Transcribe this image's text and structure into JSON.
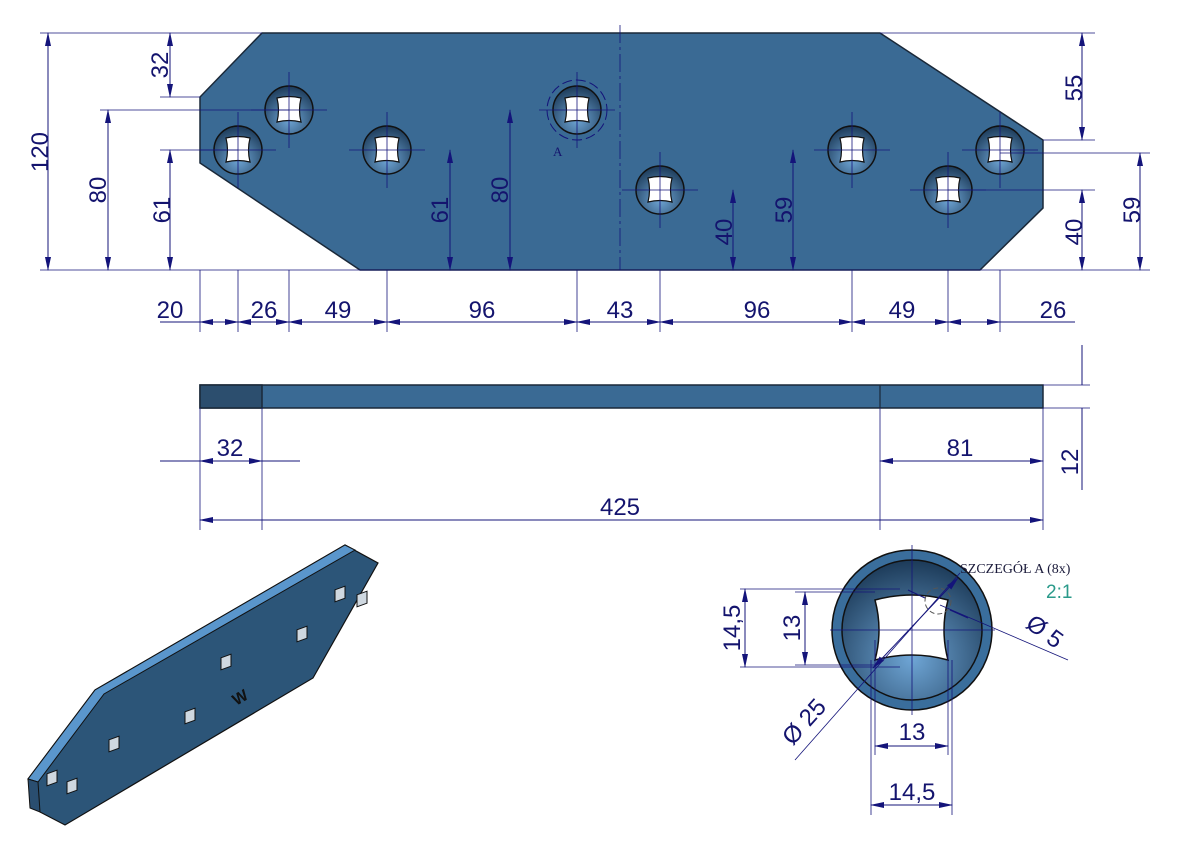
{
  "top_view": {
    "vertical_dims": [
      "120",
      "32",
      "80",
      "61",
      "61",
      "80",
      "40",
      "59",
      "55",
      "40",
      "59"
    ],
    "horizontal_dims": [
      "20",
      "26",
      "49",
      "96",
      "43",
      "96",
      "49",
      "26"
    ],
    "detail_marker": "A"
  },
  "side_view": {
    "dims": [
      "32",
      "81",
      "425",
      "12"
    ]
  },
  "detail": {
    "title": "SZCZEGÓŁ A (8x)",
    "scale": "2:1",
    "dims": [
      "14,5",
      "13",
      "Ø 25",
      "Ø 5",
      "13",
      "14,5"
    ]
  },
  "colors": {
    "plate": "#3a6a94",
    "dimension": "#14147a",
    "scale_text": "#2a9a8a"
  }
}
